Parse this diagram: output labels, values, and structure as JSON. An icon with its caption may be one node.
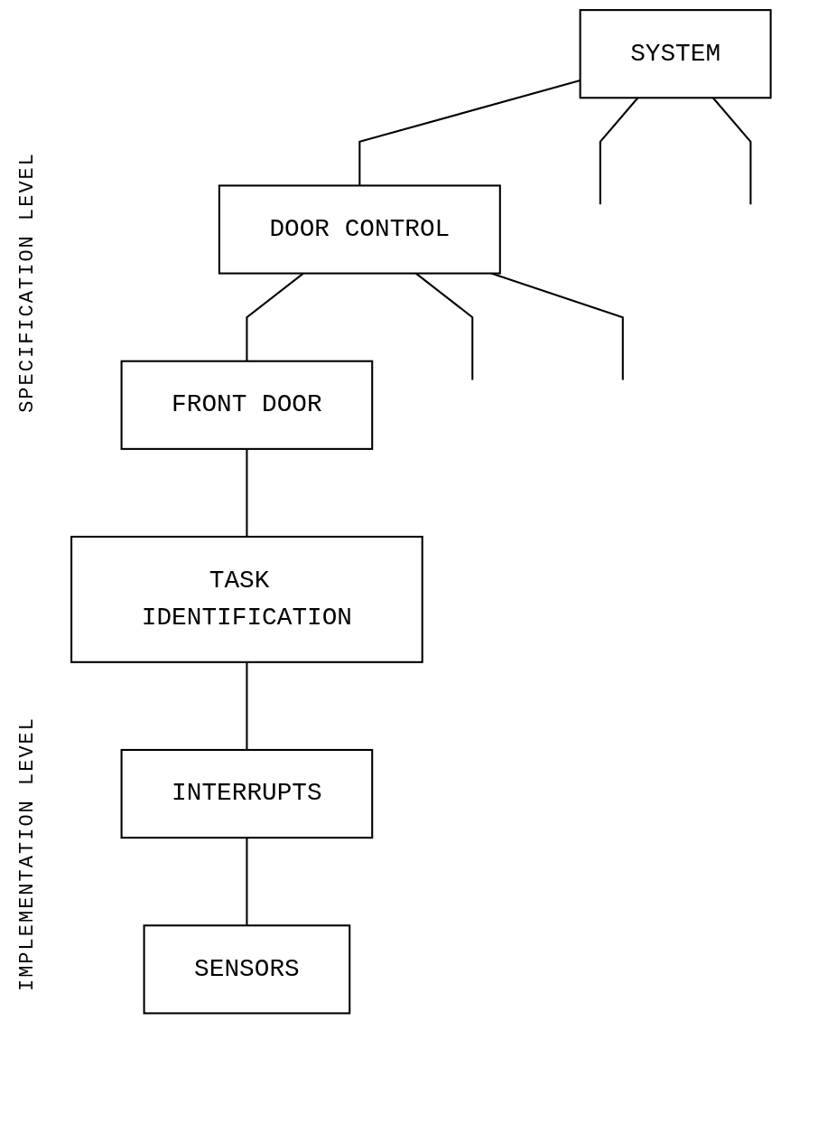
{
  "diagram": {
    "nodes": [
      {
        "text": [
          "SYSTEM"
        ]
      },
      {
        "text": [
          "DOOR CONTROL"
        ]
      },
      {
        "text": [
          "FRONT DOOR"
        ]
      },
      {
        "text": [
          "TASK IDENTIFICATION"
        ]
      },
      {
        "text": [
          "INTERRUPTS"
        ]
      },
      {
        "text": [
          "SENSORS"
        ]
      }
    ],
    "edges": [
      {
        "from": 0,
        "to": 1,
        "arrow": "none"
      },
      {
        "from": 0,
        "to": null,
        "arrow": "none"
      },
      {
        "from": 0,
        "to": null,
        "arrow": "none"
      },
      {
        "from": 1,
        "to": 2,
        "arrow": "none"
      },
      {
        "from": 1,
        "to": null,
        "arrow": "none"
      },
      {
        "from": 1,
        "to": null,
        "arrow": "none"
      },
      {
        "from": 2,
        "to": 3,
        "arrow": "none"
      },
      {
        "from": 3,
        "to": 4,
        "arrow": "none"
      },
      {
        "from": 4,
        "to": 5,
        "arrow": "none"
      }
    ],
    "labels": [
      "SPECIFICATION LEVEL",
      "IMPLEMENTATION LEVEL"
    ]
  }
}
